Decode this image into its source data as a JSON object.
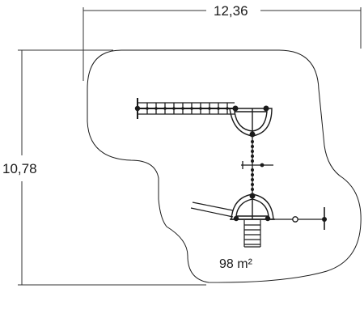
{
  "dimensions": {
    "width_label": "12,36",
    "height_label": "10,78"
  },
  "area": {
    "label": "98 m²"
  },
  "colors": {
    "line": "#1a1a1a",
    "dimension_line": "#333333",
    "background": "#ffffff"
  }
}
